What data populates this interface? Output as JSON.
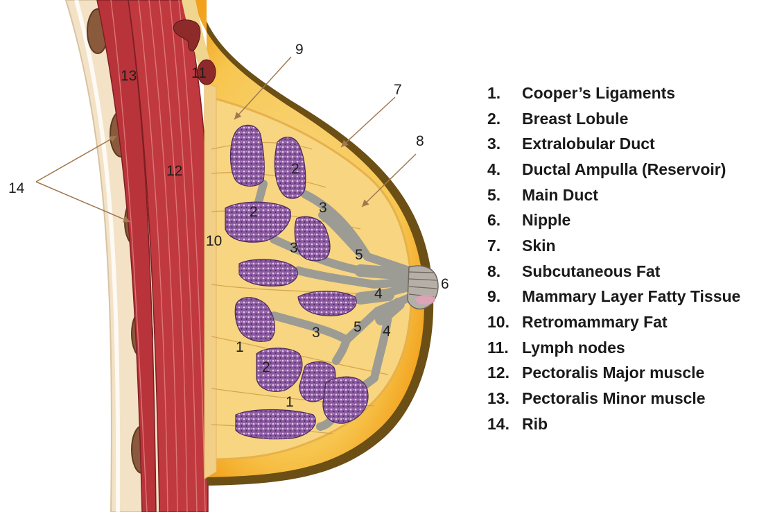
{
  "labels": {
    "l1": "1",
    "l2": "2",
    "l3": "3",
    "l4": "4",
    "l5": "5",
    "l6": "6",
    "l7": "7",
    "l8": "8",
    "l9": "9",
    "l10": "10",
    "l11": "11",
    "l12": "12",
    "l13": "13",
    "l14": "14"
  },
  "legend": {
    "items": [
      {
        "num": "1.",
        "text": "Cooper’s Ligaments"
      },
      {
        "num": "2.",
        "text": "Breast Lobule"
      },
      {
        "num": "3.",
        "text": "Extralobular Duct"
      },
      {
        "num": "4.",
        "text": "Ductal Ampulla (Reservoir)"
      },
      {
        "num": "5.",
        "text": "Main Duct"
      },
      {
        "num": "6.",
        "text": "Nipple"
      },
      {
        "num": "7.",
        "text": "Skin"
      },
      {
        "num": "8.",
        "text": "Subcutaneous Fat"
      },
      {
        "num": "9.",
        "text": "Mammary  Layer Fatty Tissue"
      },
      {
        "num": "10.",
        "text": "Retromammary Fat"
      },
      {
        "num": "11.",
        "text": "Lymph nodes"
      },
      {
        "num": "12.",
        "text": "Pectoralis Major muscle"
      },
      {
        "num": "13.",
        "text": "Pectoralis Minor muscle"
      },
      {
        "num": "14.",
        "text": "Rib"
      }
    ]
  },
  "colors": {
    "skin": "#6b4f14",
    "subcutaneous_fat": "#f6a51c",
    "mammary_fat": "#f7d079",
    "muscle": "#b8343a",
    "rib": "#8a5a3c",
    "lobule": "#8a5aa0",
    "duct": "#9c9c94",
    "lymph_node": "#8e2a2a",
    "arrow": "#a07850"
  }
}
